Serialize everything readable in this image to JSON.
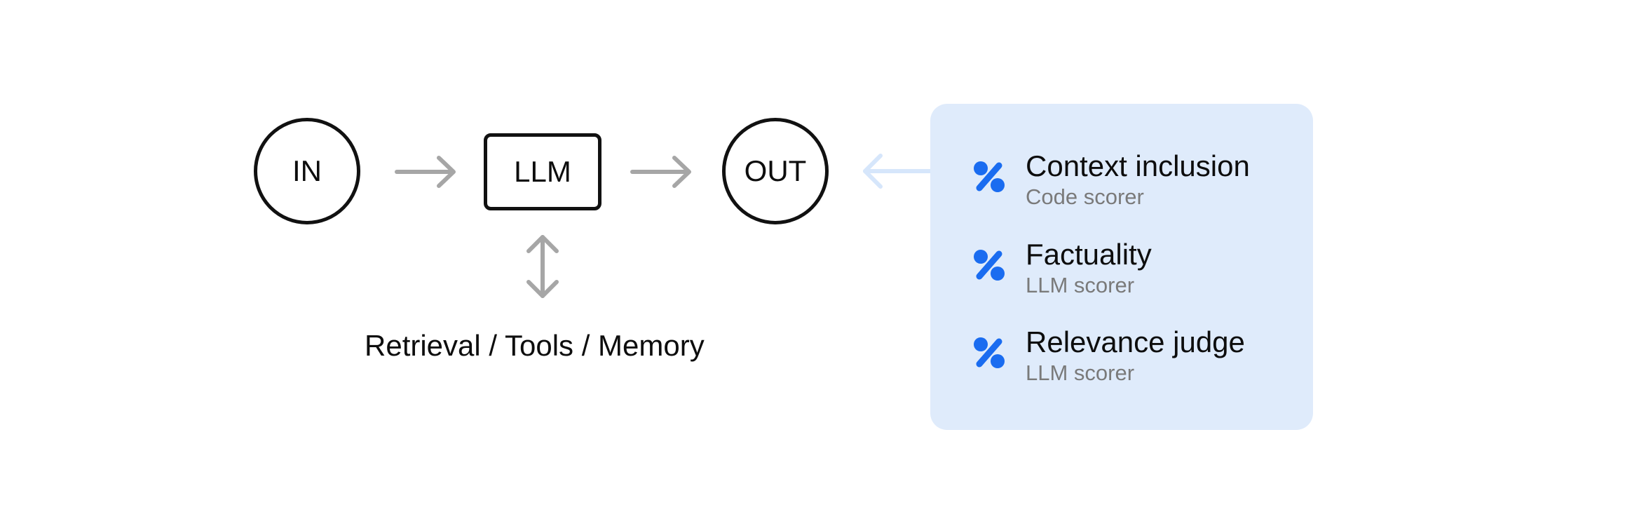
{
  "diagram": {
    "nodes": {
      "input": "IN",
      "model": "LLM",
      "output": "OUT"
    },
    "caption": "Retrieval / Tools / Memory",
    "colors": {
      "node_stroke": "#111111",
      "arrow": "#a6a6a6",
      "feedback_arrow": "#d6e6fb",
      "panel_background": "#dfebfb",
      "icon": "#1a6cf0",
      "scorer_type_text": "#7a7a7a"
    },
    "scorers": [
      {
        "name": "Context inclusion",
        "type": "Code scorer",
        "icon": "percent-icon"
      },
      {
        "name": "Factuality",
        "type": "LLM scorer",
        "icon": "percent-icon"
      },
      {
        "name": "Relevance judge",
        "type": "LLM scorer",
        "icon": "percent-icon"
      }
    ]
  }
}
